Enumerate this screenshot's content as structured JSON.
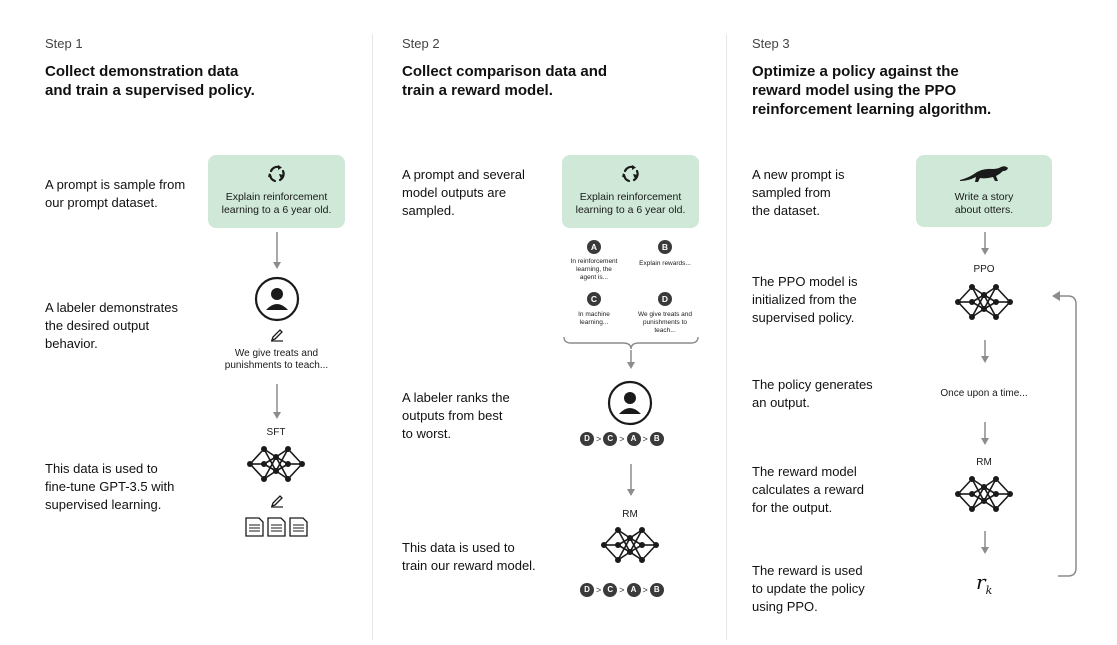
{
  "steps": [
    {
      "label": "Step 1",
      "title_line1": "Collect demonstration data",
      "title_line2": "and train a supervised policy.",
      "rows": [
        {
          "line1": "A prompt is sample from",
          "line2": "our prompt dataset."
        },
        {
          "line1": "A labeler demonstrates",
          "line2": "the desired output",
          "line3": "behavior."
        },
        {
          "line1": "This data is used to",
          "line2": "fine-tune GPT-3.5 with",
          "line3": "supervised learning."
        }
      ],
      "prompt_line1": "Explain reinforcement",
      "prompt_line2": "learning to a 6 year old.",
      "demo_line1": "We give treats and",
      "demo_line2": "punishments to teach...",
      "model_label": "SFT"
    },
    {
      "label": "Step 2",
      "title_line1": "Collect comparison data and",
      "title_line2": "train a reward model.",
      "rows": [
        {
          "line1": "A prompt and several",
          "line2": "model outputs are",
          "line3": "sampled."
        },
        {
          "line1": "A labeler ranks the",
          "line2": "outputs from best",
          "line3": "to worst."
        },
        {
          "line1": "This data is used to",
          "line2": "train our reward model."
        }
      ],
      "prompt_line1": "Explain reinforcement",
      "prompt_line2": "learning to a 6 year old.",
      "outputs": [
        {
          "letter": "A",
          "line1": "In reinforcement",
          "line2": "learning, the",
          "line3": "agent is..."
        },
        {
          "letter": "B",
          "line1": "Explain rewards...",
          "line2": "",
          "line3": ""
        },
        {
          "letter": "C",
          "line1": "In machine",
          "line2": "learning...",
          "line3": ""
        },
        {
          "letter": "D",
          "line1": "We give treats and",
          "line2": "punishments to",
          "line3": "teach..."
        }
      ],
      "ranking": [
        "D",
        "C",
        "A",
        "B"
      ],
      "ranking_sep": ">",
      "model_label": "RM"
    },
    {
      "label": "Step 3",
      "title_line1": "Optimize a policy against the",
      "title_line2": "reward model using the PPO",
      "title_line3": "reinforcement learning algorithm.",
      "rows": [
        {
          "line1": "A new prompt is",
          "line2": "sampled from",
          "line3": "the dataset."
        },
        {
          "line1": "The PPO model is",
          "line2": "initialized from the",
          "line3": "supervised policy."
        },
        {
          "line1": "The policy generates",
          "line2": "an output."
        },
        {
          "line1": "The reward model",
          "line2": "calculates a reward",
          "line3": "for the output."
        },
        {
          "line1": "The reward is used",
          "line2": "to update the policy",
          "line3": "using PPO."
        }
      ],
      "prompt_line1": "Write a story",
      "prompt_line2": "about otters.",
      "ppo_label": "PPO",
      "output_text": "Once upon a time...",
      "rm_label": "RM",
      "reward_symbol": "r",
      "reward_subscript": "k"
    }
  ],
  "colors": {
    "prompt_bg": "#cfe8d7",
    "arrow": "#8c8c8c",
    "dark": "#1a1a1a"
  }
}
